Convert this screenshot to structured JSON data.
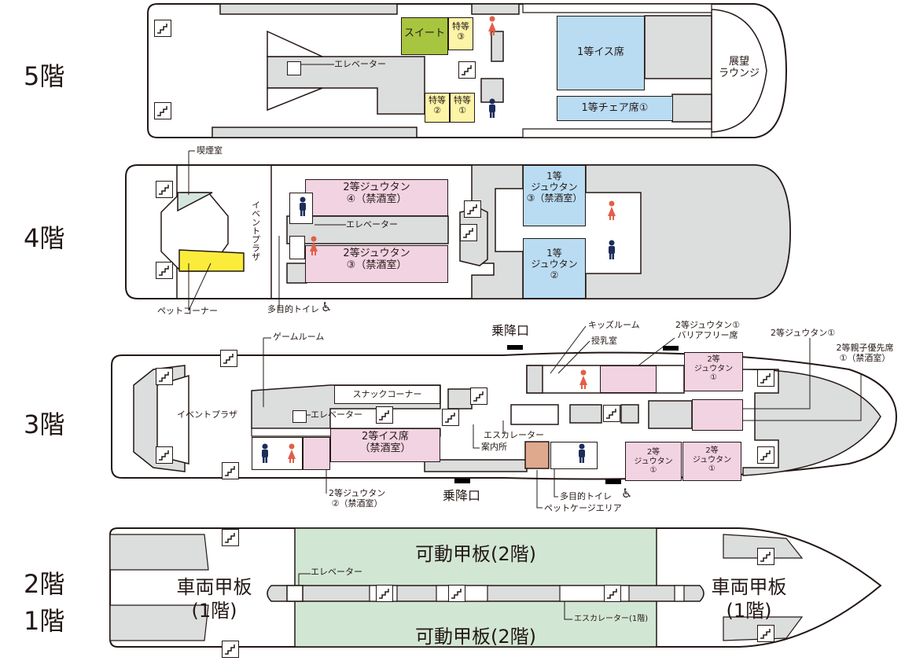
{
  "floors": {
    "f5": "5階",
    "f4": "4階",
    "f3": "3階",
    "f2": "2階",
    "f1": "1階"
  },
  "deck5": {
    "suite": "スイート",
    "special3": "特等\n③",
    "special2": "特等\n②",
    "special1": "特等\n①",
    "first_seat": "1等イス席",
    "first_chair": "1等チェア席①",
    "lounge": "展望\nラウンジ",
    "elevator": "エレベーター"
  },
  "deck4": {
    "smoking": "喫煙室",
    "event_plaza": "イベントプラザ",
    "carpet4": "2等ジュウタン\n④（禁酒室）",
    "carpet3": "2等ジュウタン\n③（禁酒室）",
    "elevator": "エレベーター",
    "first_carpet3": "1等\nジュウタン\n③（禁酒室）",
    "first_carpet2": "1等\nジュウタン\n②",
    "pet_corner": "ペットコーナー",
    "multi_toilet": "多目的トイレ"
  },
  "deck3": {
    "boarding_top": "乗降口",
    "boarding_bottom": "乗降口",
    "game_room": "ゲームルーム",
    "kids_room": "キッズルーム",
    "nursing": "授乳室",
    "carpet1_bf": "2等ジュウタン①\nバリアフリー席",
    "carpet1": "2等ジュウタン①",
    "family": "2等親子優先席\n①（禁酒室）",
    "event_plaza": "イベントプラザ",
    "snack": "スナックコーナー",
    "elevator": "エレベーター",
    "seat2": "2等イス席\n（禁酒室）",
    "escalator": "エスカレーター",
    "info": "案内所",
    "carpet2": "2等ジュウタン\n②（禁酒室）",
    "multi_toilet": "多目的トイレ",
    "pet_cage": "ペットケージエリア",
    "small_carpet": "2等\nジュウタン\n①"
  },
  "deck12": {
    "movable_top": "可動甲板(2階)",
    "movable_bottom": "可動甲板(2階)",
    "vehicle_left": "車両甲板\n(1階)",
    "vehicle_right": "車両甲板\n(1階)",
    "elevator": "エレベーター",
    "escalator": "エスカレーター(1階)"
  },
  "colors": {
    "suite": "#a8c540",
    "special": "#fcf5a8",
    "first": "#b9dcf2",
    "carpet": "#f2d3e2",
    "smoking": "#d5e6e0",
    "pet": "#fbec3c",
    "petcage": "#dfa98d",
    "movable": "#d2e6d4",
    "gray": "#dcdddd",
    "female": "#e15f4b",
    "male": "#1e2c5a"
  }
}
